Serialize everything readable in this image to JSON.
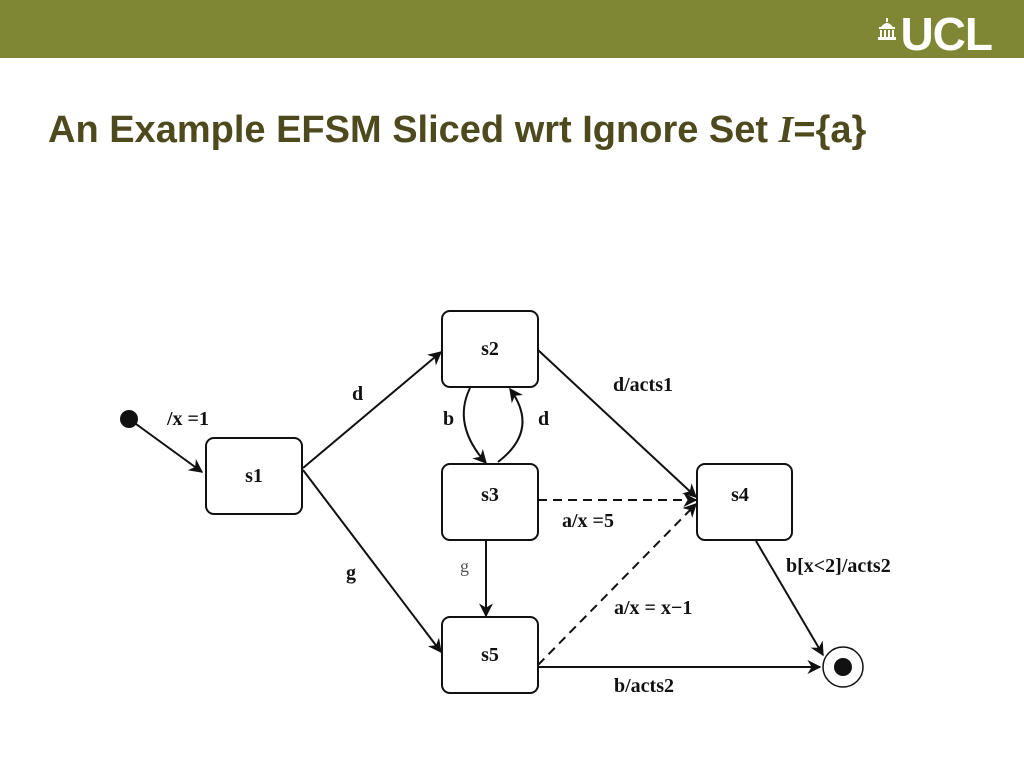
{
  "colors": {
    "header_bar": "#808734",
    "title": "#4d4a1e",
    "logo_text": "#ffffff",
    "stroke": "#111111"
  },
  "logo": {
    "text": "UCL",
    "icon": "portico-icon"
  },
  "title": {
    "prefix": "An Example EFSM Sliced wrt Ignore Set ",
    "ivar": "I",
    "suffix": "={a}"
  },
  "diagram": {
    "states": [
      {
        "id": "s1",
        "label": "s1"
      },
      {
        "id": "s2",
        "label": "s2"
      },
      {
        "id": "s3",
        "label": "s3"
      },
      {
        "id": "s4",
        "label": "s4"
      },
      {
        "id": "s5",
        "label": "s5"
      }
    ],
    "transitions": [
      {
        "from": "initial",
        "to": "s1",
        "label": "/x =1",
        "style": "solid"
      },
      {
        "from": "s1",
        "to": "s2",
        "label": "d",
        "style": "solid"
      },
      {
        "from": "s1",
        "to": "s5",
        "label": "g",
        "style": "solid"
      },
      {
        "from": "s2",
        "to": "s3",
        "label": "b",
        "style": "solid"
      },
      {
        "from": "s3",
        "to": "s2",
        "label": "d",
        "style": "solid"
      },
      {
        "from": "s2",
        "to": "s4",
        "label": "d/acts1",
        "style": "solid"
      },
      {
        "from": "s3",
        "to": "s4",
        "label": "a/x =5",
        "style": "dashed"
      },
      {
        "from": "s3",
        "to": "s5",
        "label": "g",
        "style": "solid"
      },
      {
        "from": "s5",
        "to": "s4",
        "label": "a/x = x−1",
        "style": "dashed"
      },
      {
        "from": "s4",
        "to": "final",
        "label": "b[x<2]/acts2",
        "style": "solid"
      },
      {
        "from": "s5",
        "to": "final",
        "label": "b/acts2",
        "style": "solid"
      }
    ]
  }
}
